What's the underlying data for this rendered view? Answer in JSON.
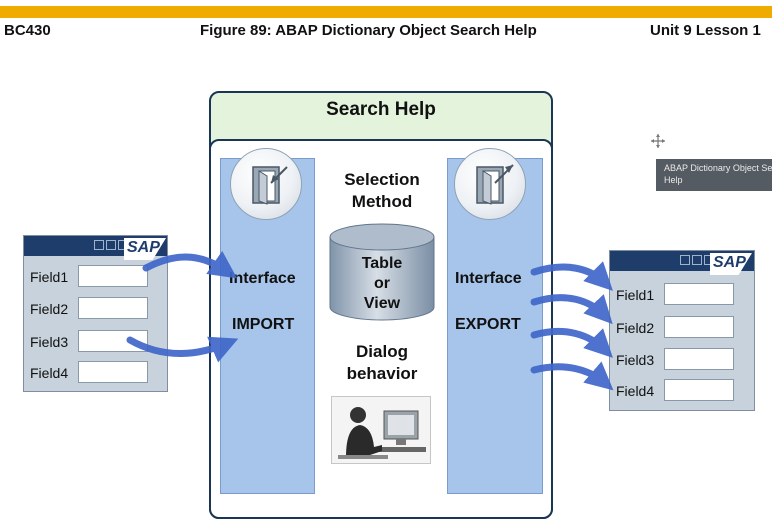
{
  "header": {
    "course": "BC430",
    "figure_title": "Figure 89: ABAP Dictionary Object Search Help",
    "unit": "Unit 9 Lesson 1"
  },
  "diagram": {
    "title": "Search Help",
    "left_interface": "Interface",
    "import_label": "IMPORT",
    "right_interface": "Interface",
    "export_label": "EXPORT",
    "selection_method": "Selection Method",
    "cylinder_label": [
      "Table",
      "or",
      "View"
    ],
    "dialog_behavior": "Dialog behavior"
  },
  "left_window": {
    "logo": "SAP",
    "fields": [
      "Field1",
      "Field2",
      "Field3",
      "Field4"
    ]
  },
  "right_window": {
    "logo": "SAP",
    "fields": [
      "Field1",
      "Field2",
      "Field3",
      "Field4"
    ]
  },
  "tooltip": {
    "line1": "ABAP Dictionary Object Se",
    "line2": "Help"
  },
  "colors": {
    "accent_bar": "#f0ab00",
    "frame_green": "#e4f4dc",
    "frame_border": "#1b3554",
    "interface_column": "#a7c4ea",
    "arrow_blue": "#3f67c9",
    "sap_bar": "#1e3d6b"
  }
}
